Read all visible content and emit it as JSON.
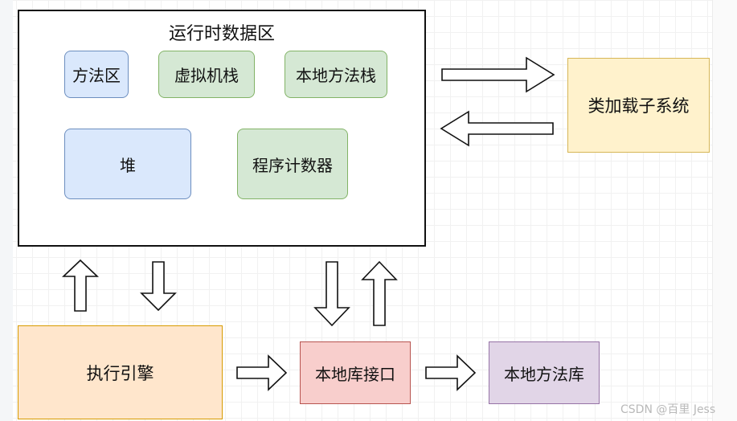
{
  "diagram": {
    "runtime_area": {
      "title": "运行时数据区"
    },
    "method_area": {
      "label": "方法区"
    },
    "vm_stack": {
      "label": "虚拟机栈"
    },
    "native_method_stack": {
      "label": "本地方法栈"
    },
    "heap": {
      "label": "堆"
    },
    "program_counter": {
      "label": "程序计数器"
    },
    "class_loader": {
      "label": "类加载子系统"
    },
    "execution_engine": {
      "label": "执行引擎"
    },
    "native_interface": {
      "label": "本地库接口"
    },
    "native_library": {
      "label": "本地方法库"
    }
  },
  "watermark": "CSDN @百里 Jess"
}
